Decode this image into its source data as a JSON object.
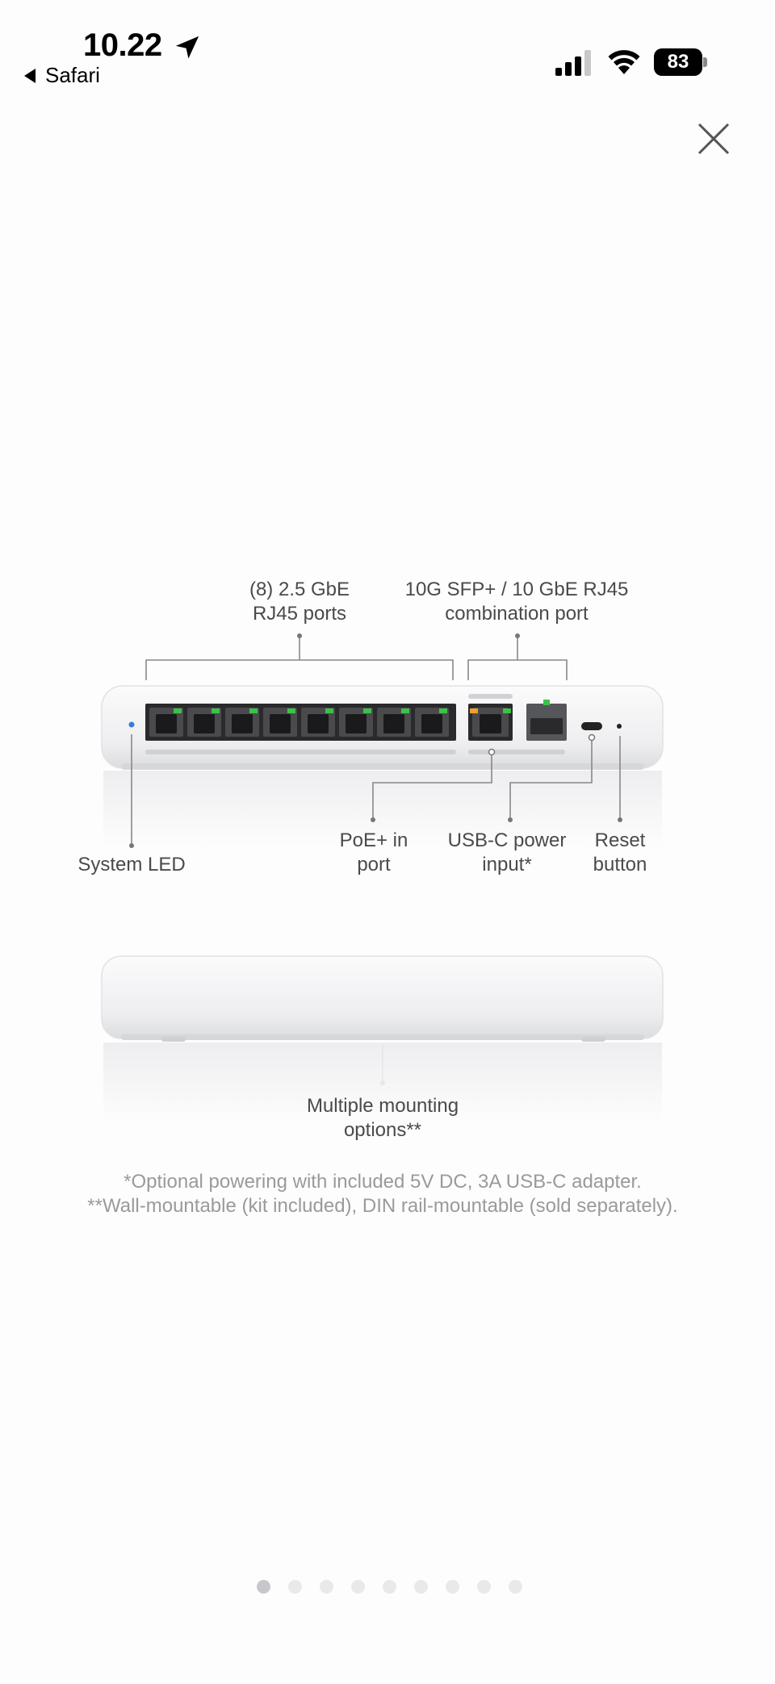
{
  "status_bar": {
    "time": "10.22",
    "back_label": "Safari",
    "battery": "83"
  },
  "icons": {
    "location": "location-arrow-icon",
    "signal": "cellular-signal-icon",
    "wifi": "wifi-icon",
    "battery": "battery-icon",
    "close": "close-icon"
  },
  "figure": {
    "label_rj45": "(8) 2.5 GbE\nRJ45 ports",
    "label_sfp": "10G SFP+ / 10 GbE RJ45\ncombination port",
    "label_led": "System LED",
    "label_poe": "PoE+ in\nport",
    "label_usbc": "USB-C power\ninput*",
    "label_reset": "Reset\nbutton",
    "label_mount": "Multiple mounting\noptions**",
    "footnote_1": "*Optional powering with included 5V DC, 3A USB-C adapter.",
    "footnote_2": "**Wall-mountable (kit included), DIN rail-mountable (sold separately)."
  },
  "pager": {
    "count": 9,
    "active_index": 0
  },
  "colors": {
    "port_led": "#3cc24a",
    "poe_led": "#f0a030",
    "system_led": "#3a7bd5"
  }
}
